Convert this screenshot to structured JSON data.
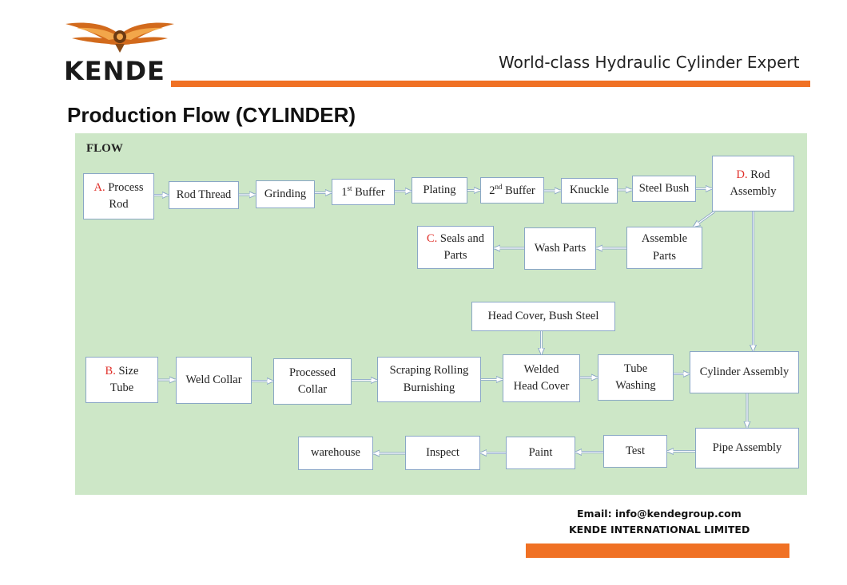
{
  "header": {
    "logo_text": "KENDE",
    "tagline": "World-class Hydraulic Cylinder Expert",
    "accent_color": "#f07124"
  },
  "title": "Production Flow (CYLINDER)",
  "diagram": {
    "label": "FLOW",
    "background_color": "#cde7c7",
    "nodes": {
      "process_rod": {
        "letter": "A.",
        "text": "Process\nRod"
      },
      "rod_thread": {
        "text": "Rod Thread"
      },
      "grinding": {
        "text": "Grinding"
      },
      "first_buffer": {
        "num": "1",
        "sup": "st",
        "text": " Buffer"
      },
      "plating": {
        "text": "Plating"
      },
      "second_buffer": {
        "num": "2",
        "sup": "nd",
        "text": " Buffer"
      },
      "knuckle": {
        "text": "Knuckle"
      },
      "steel_bush": {
        "text": "Steel Bush"
      },
      "rod_assembly": {
        "letter": "D.",
        "text": "Rod\nAssembly"
      },
      "assemble_parts": {
        "text": "Assemble\nParts"
      },
      "wash_parts": {
        "text": "Wash Parts"
      },
      "seals_and_parts": {
        "letter": "C.",
        "text": "Seals and\nParts"
      },
      "head_cover_bush_steel": {
        "text": "Head Cover, Bush Steel"
      },
      "size_tube": {
        "letter": "B.",
        "text": "Size\nTube"
      },
      "weld_collar": {
        "text": "Weld Collar"
      },
      "processed_collar": {
        "text": "Processed\nCollar"
      },
      "scraping_rolling": {
        "text": "Scraping Rolling\nBurnishing"
      },
      "welded_head_cover": {
        "text": "Welded\nHead Cover"
      },
      "tube_washing": {
        "text": "Tube\nWashing"
      },
      "cylinder_assembly": {
        "text": "Cylinder Assembly"
      },
      "pipe_assembly": {
        "text": "Pipe Assembly"
      },
      "test": {
        "text": "Test"
      },
      "paint": {
        "text": "Paint"
      },
      "inspect": {
        "text": "Inspect"
      },
      "warehouse": {
        "text": "warehouse"
      }
    },
    "edges": [
      [
        "process_rod",
        "rod_thread"
      ],
      [
        "rod_thread",
        "grinding"
      ],
      [
        "grinding",
        "first_buffer"
      ],
      [
        "first_buffer",
        "plating"
      ],
      [
        "plating",
        "second_buffer"
      ],
      [
        "second_buffer",
        "knuckle"
      ],
      [
        "knuckle",
        "steel_bush"
      ],
      [
        "steel_bush",
        "rod_assembly"
      ],
      [
        "rod_assembly",
        "assemble_parts"
      ],
      [
        "assemble_parts",
        "wash_parts"
      ],
      [
        "wash_parts",
        "seals_and_parts"
      ],
      [
        "rod_assembly",
        "cylinder_assembly"
      ],
      [
        "size_tube",
        "weld_collar"
      ],
      [
        "weld_collar",
        "processed_collar"
      ],
      [
        "processed_collar",
        "scraping_rolling"
      ],
      [
        "scraping_rolling",
        "welded_head_cover"
      ],
      [
        "head_cover_bush_steel",
        "welded_head_cover"
      ],
      [
        "welded_head_cover",
        "tube_washing"
      ],
      [
        "tube_washing",
        "cylinder_assembly"
      ],
      [
        "cylinder_assembly",
        "pipe_assembly"
      ],
      [
        "pipe_assembly",
        "test"
      ],
      [
        "test",
        "paint"
      ],
      [
        "paint",
        "inspect"
      ],
      [
        "inspect",
        "warehouse"
      ]
    ]
  },
  "footer": {
    "email": "Email: info@kendegroup.com",
    "company": "KENDE INTERNATIONAL LIMITED"
  }
}
